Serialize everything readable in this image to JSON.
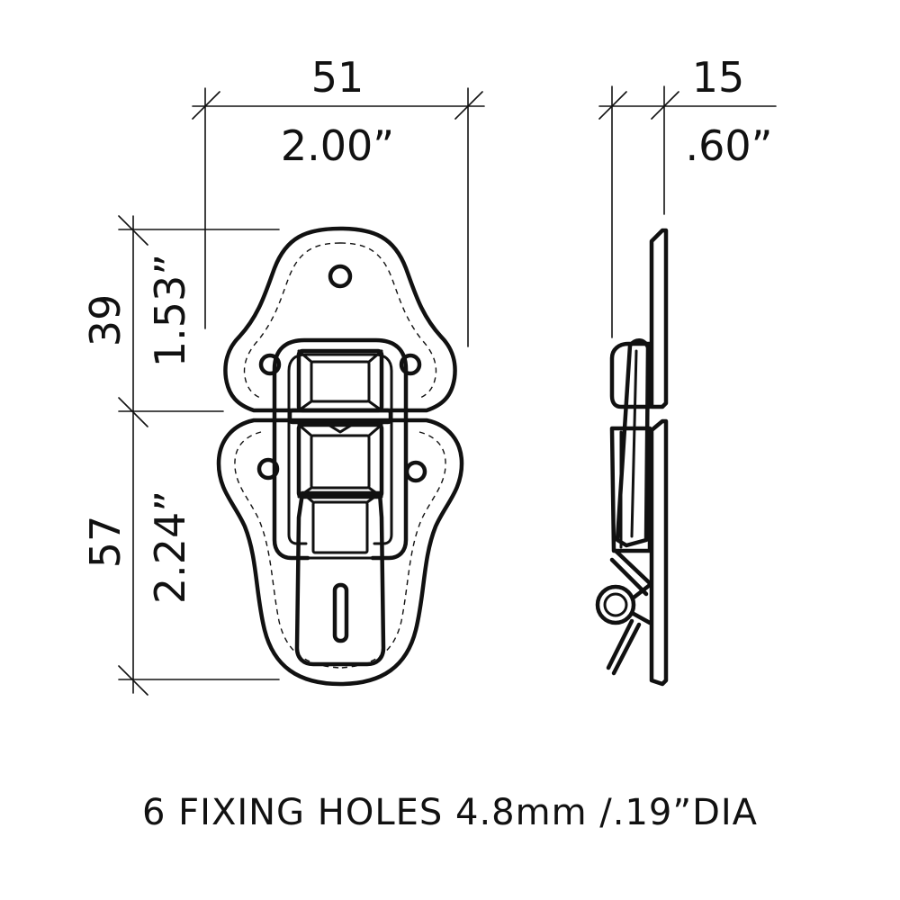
{
  "dimensions": {
    "width_mm": "51",
    "width_in": "2.00”",
    "depth_mm": "15",
    "depth_in": ".60”",
    "upper_height_mm": "39",
    "upper_height_in": "1.53”",
    "lower_height_mm": "57",
    "lower_height_in": "2.24”"
  },
  "caption": "6 FIXING HOLES 4.8mm /.19”DIA"
}
